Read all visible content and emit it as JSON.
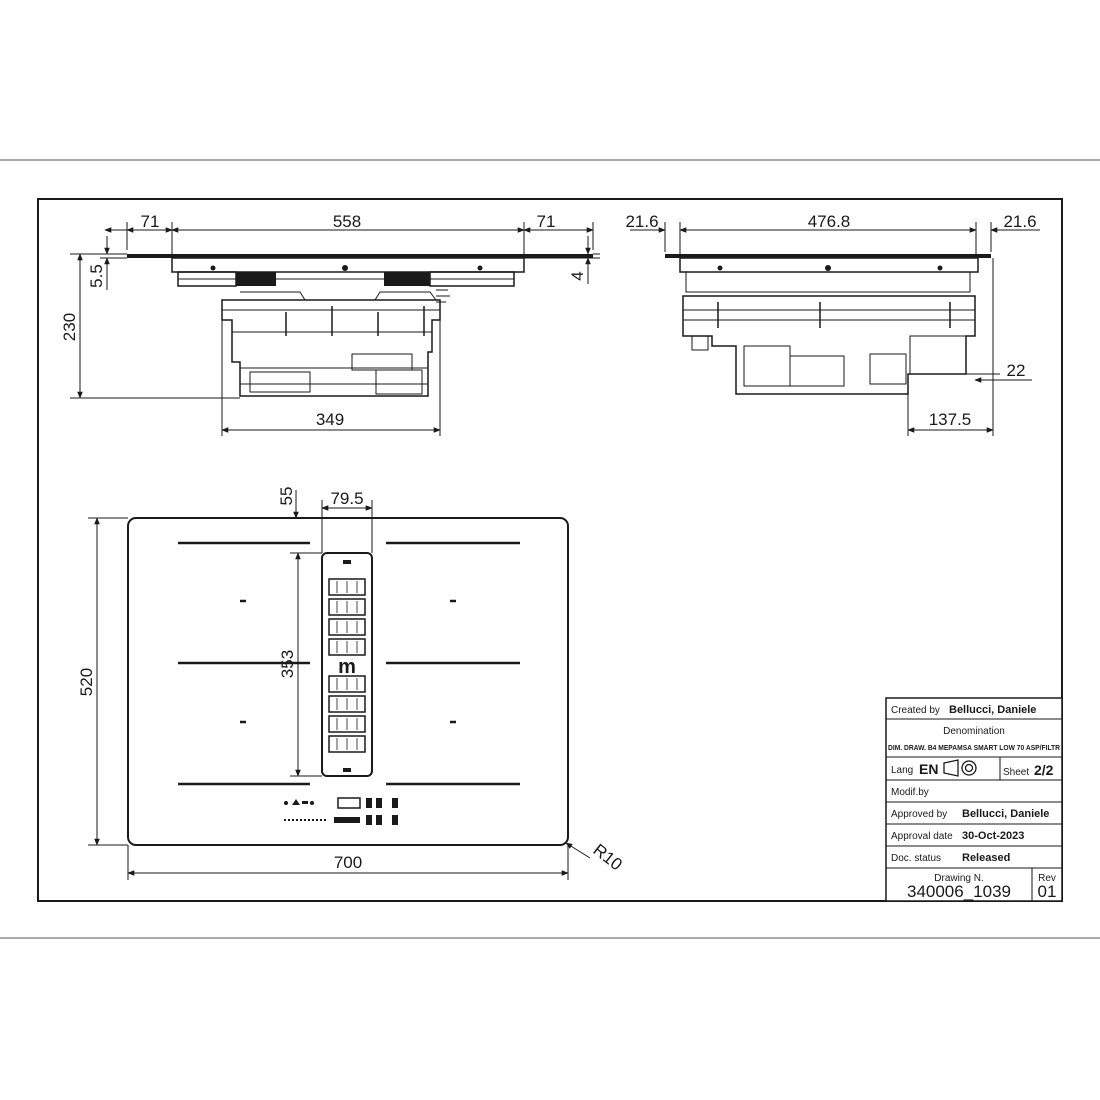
{
  "dimensions": {
    "top_left": "71",
    "top_mid": "558",
    "top_right": "71",
    "left_small": "5.5",
    "left_height": "230",
    "right_small": "4",
    "bottom_width": "349",
    "side_left": "21.6",
    "side_mid": "476.8",
    "side_right": "21.6",
    "side_small": "22",
    "side_bottom": "137.5",
    "plan_55": "55",
    "plan_79": "79.5",
    "plan_353": "353",
    "plan_520": "520",
    "plan_700": "700",
    "plan_r10": "R10"
  },
  "title_block": {
    "created_label": "Created by",
    "created_value": "Bellucci, Daniele",
    "denomination_label": "Denomination",
    "denomination_value": "DIM. DRAW. B4 MEPAMSA SMART LOW 70 ASP/FILTR",
    "lang_label": "Lang",
    "lang_value": "EN",
    "sheet_label": "Sheet",
    "sheet_value": "2/2",
    "modif_label": "Modif.by",
    "approved_label": "Approved by",
    "approved_value": "Bellucci, Daniele",
    "approval_date_label": "Approval date",
    "approval_date_value": "30-Oct-2023",
    "status_label": "Doc. status",
    "status_value": "Released",
    "drawing_label": "Drawing N.",
    "drawing_value": "340006_1039",
    "rev_label": "Rev",
    "rev_value": "01"
  },
  "hob_brand_mark": "m"
}
